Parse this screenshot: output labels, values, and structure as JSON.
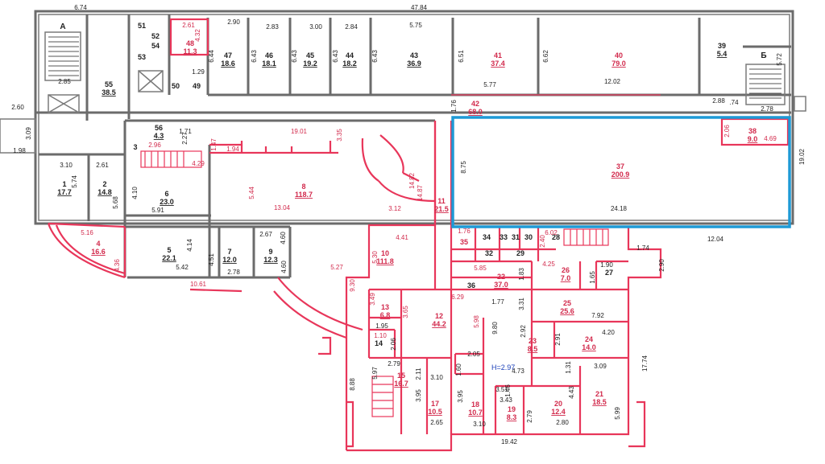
{
  "plan": {
    "stair_a_label": "А",
    "stair_b_label": "Б",
    "height_note": "H=2.97",
    "highlight_color": "#1e9ad6",
    "rooms": [
      {
        "num": "55",
        "area": "38.5",
        "style": "g"
      },
      {
        "num": "51",
        "area": "",
        "style": "g"
      },
      {
        "num": "52",
        "area": "",
        "style": "g"
      },
      {
        "num": "54",
        "area": "",
        "style": "g"
      },
      {
        "num": "53",
        "area": "",
        "style": "g"
      },
      {
        "num": "48",
        "area": "11.3",
        "style": "r"
      },
      {
        "num": "50",
        "area": "",
        "style": "g"
      },
      {
        "num": "49",
        "area": "",
        "style": "g"
      },
      {
        "num": "47",
        "area": "18.6",
        "style": "g"
      },
      {
        "num": "46",
        "area": "18.1",
        "style": "g"
      },
      {
        "num": "45",
        "area": "19.2",
        "style": "g"
      },
      {
        "num": "44",
        "area": "18.2",
        "style": "g"
      },
      {
        "num": "43",
        "area": "36.9",
        "style": "g"
      },
      {
        "num": "41",
        "area": "37.4",
        "style": "r"
      },
      {
        "num": "40",
        "area": "79.0",
        "style": "r"
      },
      {
        "num": "39",
        "area": "5.4",
        "style": "g"
      },
      {
        "num": "42",
        "area": "68.0",
        "style": "r"
      },
      {
        "num": "38",
        "area": "9.0",
        "style": "r"
      },
      {
        "num": "37",
        "area": "200.9",
        "style": "r"
      },
      {
        "num": "56",
        "area": "4.3",
        "style": "g"
      },
      {
        "num": "3",
        "area": "",
        "style": "g"
      },
      {
        "num": "1",
        "area": "17.7",
        "style": "g"
      },
      {
        "num": "2",
        "area": "14.8",
        "style": "g"
      },
      {
        "num": "6",
        "area": "23.0",
        "style": "g"
      },
      {
        "num": "8",
        "area": "118.7",
        "style": "r"
      },
      {
        "num": "11",
        "area": "21.5",
        "style": "r"
      },
      {
        "num": "4",
        "area": "16.6",
        "style": "r"
      },
      {
        "num": "5",
        "area": "22.1",
        "style": "g"
      },
      {
        "num": "7",
        "area": "12.0",
        "style": "g"
      },
      {
        "num": "9",
        "area": "12.3",
        "style": "g"
      },
      {
        "num": "10",
        "area": "111.8",
        "style": "r"
      },
      {
        "num": "35",
        "area": "",
        "style": "r"
      },
      {
        "num": "34",
        "area": "",
        "style": "g"
      },
      {
        "num": "33",
        "area": "",
        "style": "g"
      },
      {
        "num": "31",
        "area": "",
        "style": "g"
      },
      {
        "num": "30",
        "area": "",
        "style": "g"
      },
      {
        "num": "28",
        "area": "",
        "style": "g"
      },
      {
        "num": "32",
        "area": "",
        "style": "g"
      },
      {
        "num": "29",
        "area": "",
        "style": "g"
      },
      {
        "num": "26",
        "area": "7.0",
        "style": "r"
      },
      {
        "num": "27",
        "area": "",
        "style": "g"
      },
      {
        "num": "22",
        "area": "37.0",
        "style": "r"
      },
      {
        "num": "36",
        "area": "",
        "style": "g"
      },
      {
        "num": "13",
        "area": "6.8",
        "style": "r"
      },
      {
        "num": "12",
        "area": "44.2",
        "style": "r"
      },
      {
        "num": "25",
        "area": "25.6",
        "style": "r"
      },
      {
        "num": "23",
        "area": "8.5",
        "style": "r"
      },
      {
        "num": "24",
        "area": "14.0",
        "style": "r"
      },
      {
        "num": "14",
        "area": "",
        "style": "g"
      },
      {
        "num": "15",
        "area": "16.7",
        "style": "r"
      },
      {
        "num": "21",
        "area": "18.5",
        "style": "r"
      },
      {
        "num": "17",
        "area": "10.5",
        "style": "r"
      },
      {
        "num": "18",
        "area": "10.7",
        "style": "r"
      },
      {
        "num": "19",
        "area": "8.3",
        "style": "r"
      },
      {
        "num": "20",
        "area": "12.4",
        "style": "r"
      }
    ],
    "dims": [
      {
        "t": "6.74",
        "s": "g"
      },
      {
        "t": "47.84",
        "s": "g"
      },
      {
        "t": "2.61",
        "s": "r"
      },
      {
        "t": "4.32",
        "s": "r"
      },
      {
        "t": "2.90",
        "s": "g"
      },
      {
        "t": "2.83",
        "s": "g"
      },
      {
        "t": "3.00",
        "s": "g"
      },
      {
        "t": "2.84",
        "s": "g"
      },
      {
        "t": "5.75",
        "s": "g"
      },
      {
        "t": "6.44",
        "s": "g"
      },
      {
        "t": "6.43",
        "s": "g"
      },
      {
        "t": "6.43",
        "s": "g"
      },
      {
        "t": "6.43",
        "s": "g"
      },
      {
        "t": "6.43",
        "s": "g"
      },
      {
        "t": "6.51",
        "s": "g"
      },
      {
        "t": "6.62",
        "s": "g"
      },
      {
        "t": "5.72",
        "s": "g"
      },
      {
        "t": "2.85",
        "s": "g"
      },
      {
        "t": "1.29",
        "s": "g"
      },
      {
        "t": "5.77",
        "s": "g"
      },
      {
        "t": "12.02",
        "s": "g"
      },
      {
        "t": "2.60",
        "s": "g"
      },
      {
        "t": "1.76",
        "s": "g"
      },
      {
        "t": "2.88",
        "s": "g"
      },
      {
        "t": "2.78",
        "s": "g"
      },
      {
        "t": ".74",
        "s": "g"
      },
      {
        "t": "3.09",
        "s": "g"
      },
      {
        "t": "19.01",
        "s": "r"
      },
      {
        "t": "3.35",
        "s": "r"
      },
      {
        "t": "2.06",
        "s": "r"
      },
      {
        "t": "4.69",
        "s": "r"
      },
      {
        "t": "19.02",
        "s": "g"
      },
      {
        "t": "1.98",
        "s": "g"
      },
      {
        "t": "2.96",
        "s": "r"
      },
      {
        "t": "1.71",
        "s": "g"
      },
      {
        "t": "2.27",
        "s": "g"
      },
      {
        "t": "1.94",
        "s": "r"
      },
      {
        "t": "1.47",
        "s": "r"
      },
      {
        "t": "4.29",
        "s": "r"
      },
      {
        "t": "8.75",
        "s": "g"
      },
      {
        "t": "3.10",
        "s": "g"
      },
      {
        "t": "2.61",
        "s": "g"
      },
      {
        "t": "5.74",
        "s": "g"
      },
      {
        "t": "4.10",
        "s": "g"
      },
      {
        "t": "5.68",
        "s": "g"
      },
      {
        "t": "5.44",
        "s": "r"
      },
      {
        "t": "14.87",
        "s": "r"
      },
      {
        "t": "14.82",
        "s": "r"
      },
      {
        "t": "13.04",
        "s": "r"
      },
      {
        "t": "3.12",
        "s": "r"
      },
      {
        "t": "24.18",
        "s": "g"
      },
      {
        "t": "5.91",
        "s": "g"
      },
      {
        "t": "5.16",
        "s": "r"
      },
      {
        "t": "4.41",
        "s": "r"
      },
      {
        "t": "12.04",
        "s": "g"
      },
      {
        "t": "2.67",
        "s": "g"
      },
      {
        "t": "4.60",
        "s": "g"
      },
      {
        "t": "4.14",
        "s": "g"
      },
      {
        "t": "4.51",
        "s": "g"
      },
      {
        "t": "1.74",
        "s": "g"
      },
      {
        "t": "5.30",
        "s": "r"
      },
      {
        "t": "1.76",
        "s": "r"
      },
      {
        "t": "2.40",
        "s": "r"
      },
      {
        "t": "6.02",
        "s": "r"
      },
      {
        "t": "2.90",
        "s": "g"
      },
      {
        "t": "4.36",
        "s": "r"
      },
      {
        "t": "5.42",
        "s": "g"
      },
      {
        "t": "2.78",
        "s": "g"
      },
      {
        "t": "4.60",
        "s": "g"
      },
      {
        "t": "5.27",
        "s": "r"
      },
      {
        "t": "5.85",
        "s": "r"
      },
      {
        "t": "4.25",
        "s": "r"
      },
      {
        "t": "1.90",
        "s": "g"
      },
      {
        "t": "1.83",
        "s": "g"
      },
      {
        "t": "1.65",
        "s": "g"
      },
      {
        "t": "10.61",
        "s": "r"
      },
      {
        "t": "9.30",
        "s": "r"
      },
      {
        "t": "6.29",
        "s": "r"
      },
      {
        "t": "3.49",
        "s": "r"
      },
      {
        "t": "3.65",
        "s": "r"
      },
      {
        "t": "1.77",
        "s": "g"
      },
      {
        "t": "3.31",
        "s": "g"
      },
      {
        "t": "7.92",
        "s": "g"
      },
      {
        "t": "5.98",
        "s": "r"
      },
      {
        "t": "1.95",
        "s": "g"
      },
      {
        "t": "9.80",
        "s": "g"
      },
      {
        "t": "2.92",
        "s": "g"
      },
      {
        "t": "4.20",
        "s": "g"
      },
      {
        "t": "2.91",
        "s": "g"
      },
      {
        "t": "1.10",
        "s": "r"
      },
      {
        "t": "2.06",
        "s": "g"
      },
      {
        "t": "2.05",
        "s": "g"
      },
      {
        "t": "17.74",
        "s": "g"
      },
      {
        "t": "2.79",
        "s": "g"
      },
      {
        "t": "4.73",
        "s": "g"
      },
      {
        "t": "1.31",
        "s": "g"
      },
      {
        "t": "3.09",
        "s": "g"
      },
      {
        "t": "5.97",
        "s": "g"
      },
      {
        "t": "2.11",
        "s": "g"
      },
      {
        "t": "1.60",
        "s": "g"
      },
      {
        "t": "1.46",
        "s": "g"
      },
      {
        "t": "3.10",
        "s": "g"
      },
      {
        "t": "3.51",
        "s": "g"
      },
      {
        "t": "8.88",
        "s": "g"
      },
      {
        "t": "3.95",
        "s": "g"
      },
      {
        "t": "3.95",
        "s": "g"
      },
      {
        "t": "3.43",
        "s": "g"
      },
      {
        "t": "4.43",
        "s": "g"
      },
      {
        "t": "5.99",
        "s": "g"
      },
      {
        "t": "2.79",
        "s": "g"
      },
      {
        "t": "2.65",
        "s": "g"
      },
      {
        "t": "3.10",
        "s": "g"
      },
      {
        "t": "2.80",
        "s": "g"
      },
      {
        "t": "19.42",
        "s": "g"
      }
    ]
  }
}
